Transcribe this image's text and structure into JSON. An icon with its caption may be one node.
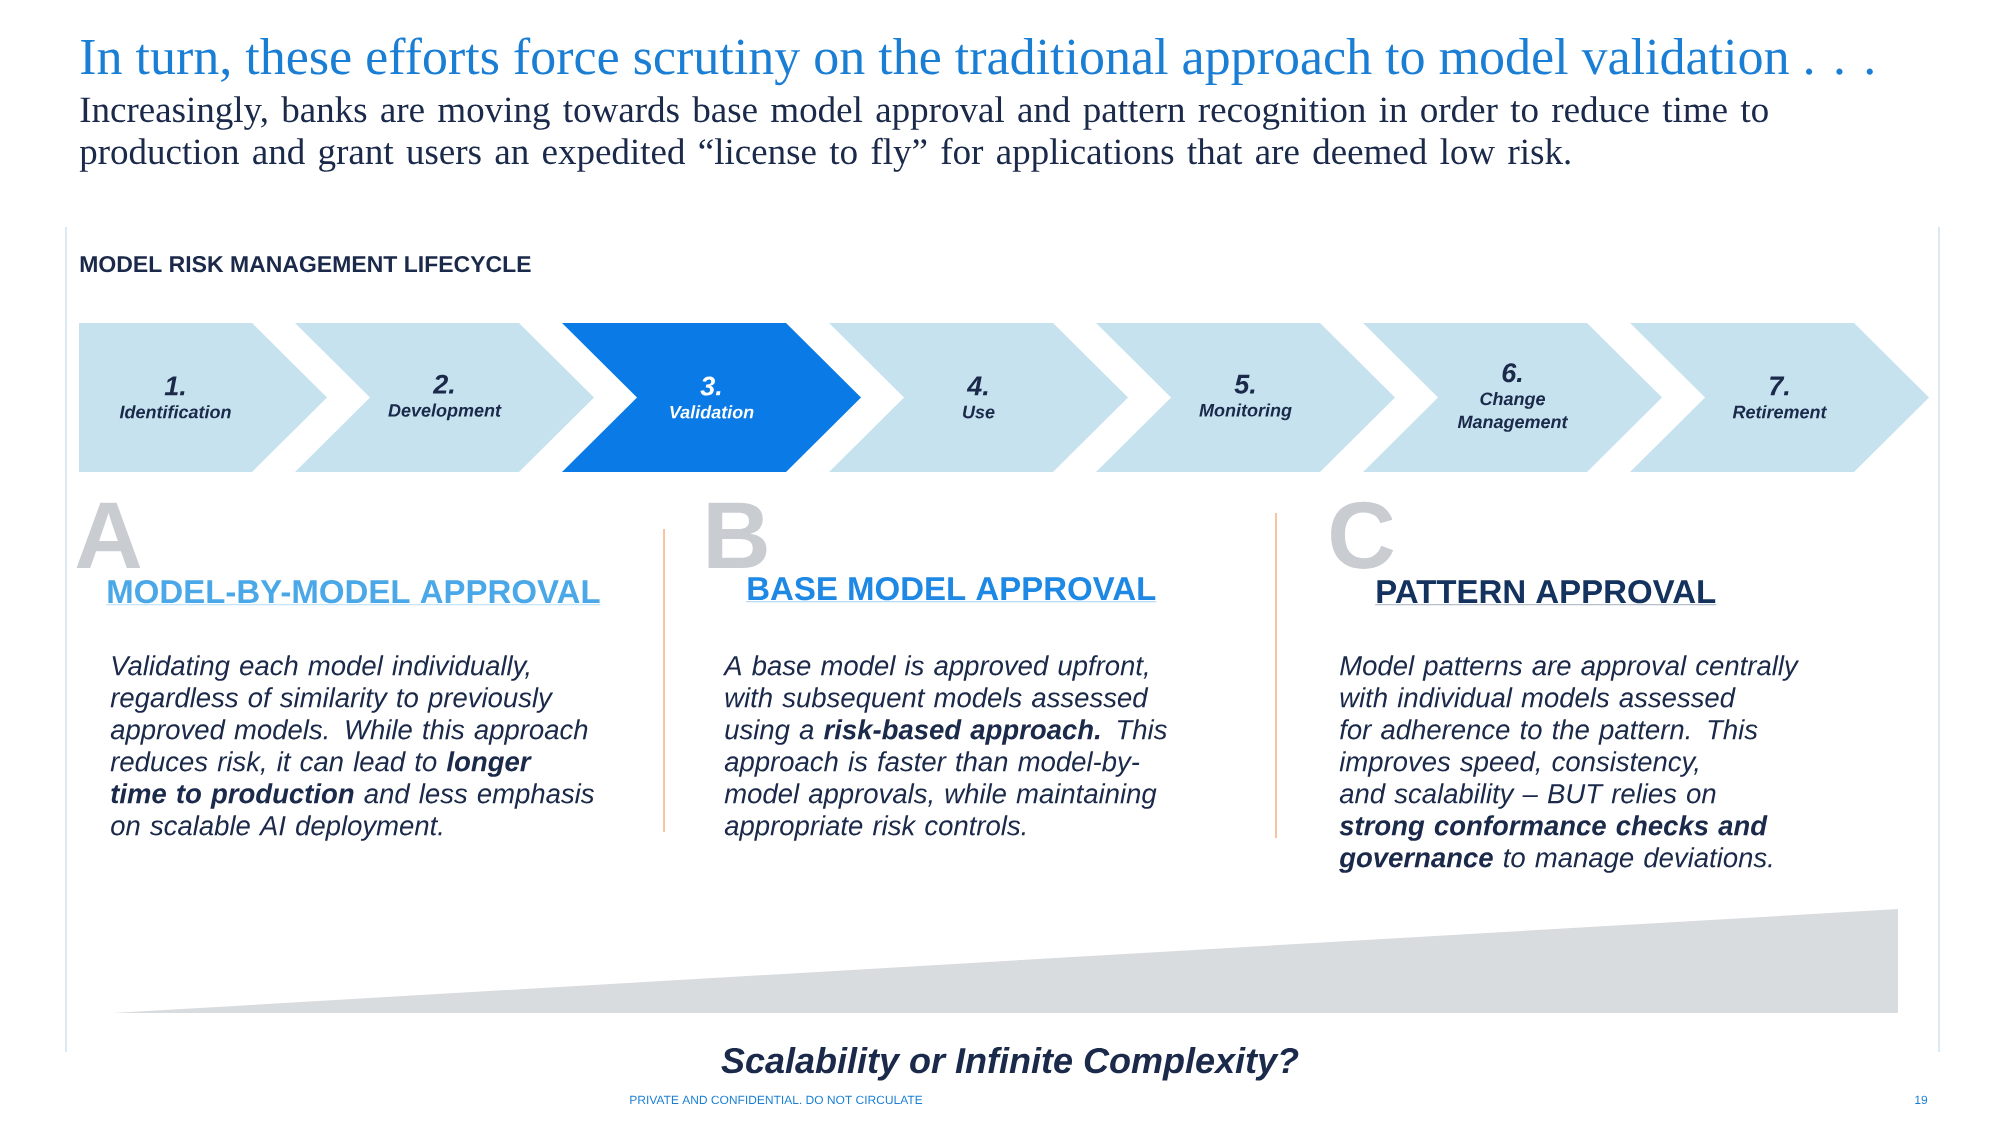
{
  "diagram": {
    "title": "In turn, these efforts force scrutiny on the traditional approach to model validation . . .",
    "nodes": [
      {
        "text": [
          "1.",
          "Identification"
        ]
      },
      {
        "text": [
          "2.",
          "Development"
        ]
      },
      {
        "text": [
          "3.",
          "Validation"
        ]
      },
      {
        "text": [
          "4.",
          "Use"
        ]
      },
      {
        "text": [
          "5.",
          "Monitoring"
        ]
      },
      {
        "text": [
          "6.",
          "Change Management"
        ]
      },
      {
        "text": [
          "7.",
          "Retirement"
        ]
      },
      {
        "text": [],
        "shape": "triangle"
      }
    ],
    "labels": [
      "Increasingly, banks are moving towards base model approval and pattern recognition in order to reduce time to production and grant users an expedited “license to fly” for applications that are deemed low risk.",
      "MODEL RISK MANAGEMENT LIFECYCLE",
      "A",
      "MODEL-BY-MODEL APPROVAL",
      "Validating each model individually, regardless of similarity to previously approved models. While this approach reduces risk, it can lead to **longer time to production** and less emphasis on scalable AI deployment.",
      "B",
      "BASE MODEL APPROVAL",
      "A base model is approved upfront, with subsequent models assessed using a **risk-based approach.** This approach is faster  than model-by-model approvals, while maintaining appropriate risk controls.",
      "C",
      "PATTERN APPROVAL",
      "Model patterns are approval centrally with individual models assessed for adherence to the pattern. This improves speed, consistency, and scalability – BUT relies on **strong conformance checks and governance** to manage deviations.",
      "Scalability or Infinite Complexity?",
      "PRIVATE AND CONFIDENTIAL. DO NOT CIRCULATE",
      "19"
    ]
  }
}
